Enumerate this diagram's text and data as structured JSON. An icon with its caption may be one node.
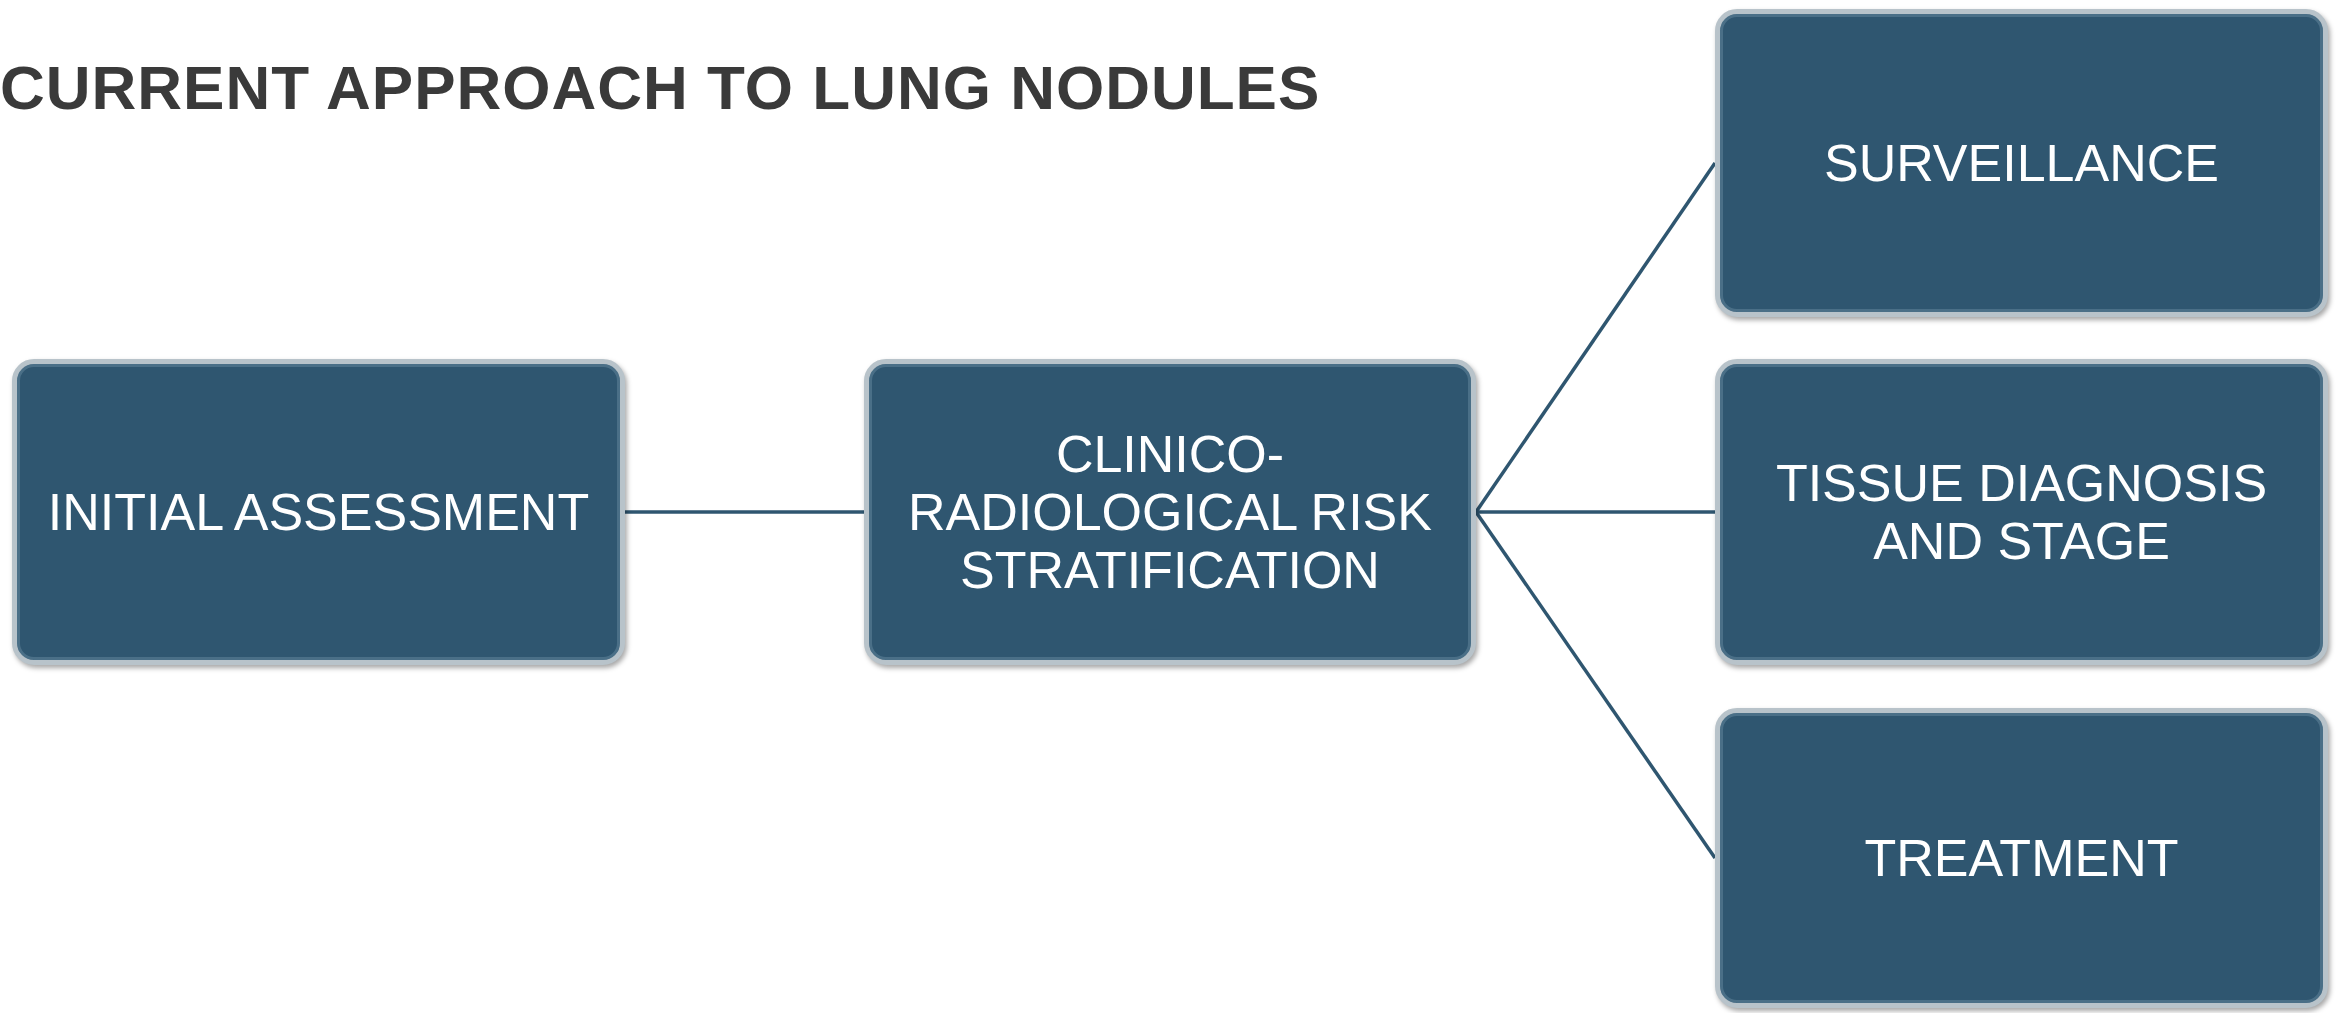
{
  "diagram": {
    "title": "CURRENT APPROACH TO LUNG NODULES",
    "nodes": [
      {
        "text": [
          "INITIAL ASSESSMENT"
        ]
      },
      {
        "text": [
          "CLINICO-RADIOLOGICAL RISK STRATIFICATION"
        ]
      },
      {
        "text": [
          "SURVEILLANCE"
        ]
      },
      {
        "text": [
          "TISSUE DIAGNOSIS AND STAGE"
        ]
      },
      {
        "text": [
          "TREATMENT"
        ]
      }
    ],
    "edges": [
      {
        "from": 0,
        "to": 1,
        "arrow": "none"
      },
      {
        "from": 1,
        "to": 2,
        "arrow": "none"
      },
      {
        "from": 1,
        "to": 3,
        "arrow": "none"
      },
      {
        "from": 1,
        "to": 4,
        "arrow": "none"
      }
    ]
  }
}
